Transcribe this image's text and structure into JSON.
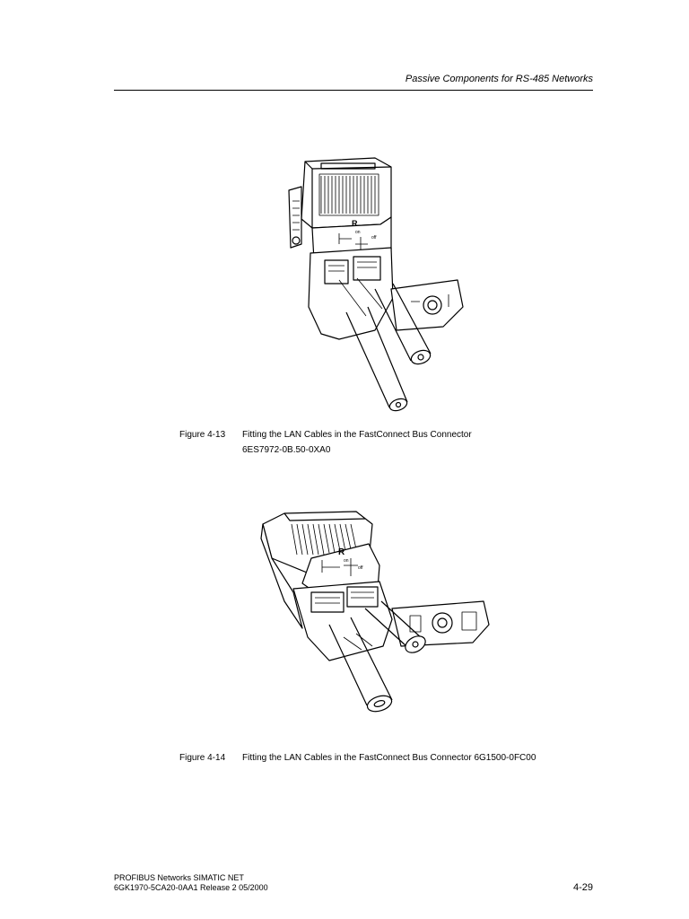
{
  "header": {
    "title": "Passive Components for RS-485 Networks"
  },
  "figures": [
    {
      "number": "Figure 4-13",
      "caption_line1": "Fitting the LAN Cables in the FastConnect Bus Connector",
      "caption_line2": "6ES7972-0B.50-0XA0",
      "labels": {
        "r": "R",
        "on": "on",
        "off": "off"
      }
    },
    {
      "number": "Figure 4-14",
      "caption_line1": "Fitting the LAN Cables in the FastConnect Bus Connector 6G1500-0FC00",
      "labels": {
        "r": "R",
        "on": "on",
        "off": "off"
      }
    }
  ],
  "footer": {
    "line1": "PROFIBUS Networks SIMATIC NET",
    "line2": "6GK1970-5CA20-0AA1 Release 2 05/2000",
    "page_number": "4-29"
  }
}
